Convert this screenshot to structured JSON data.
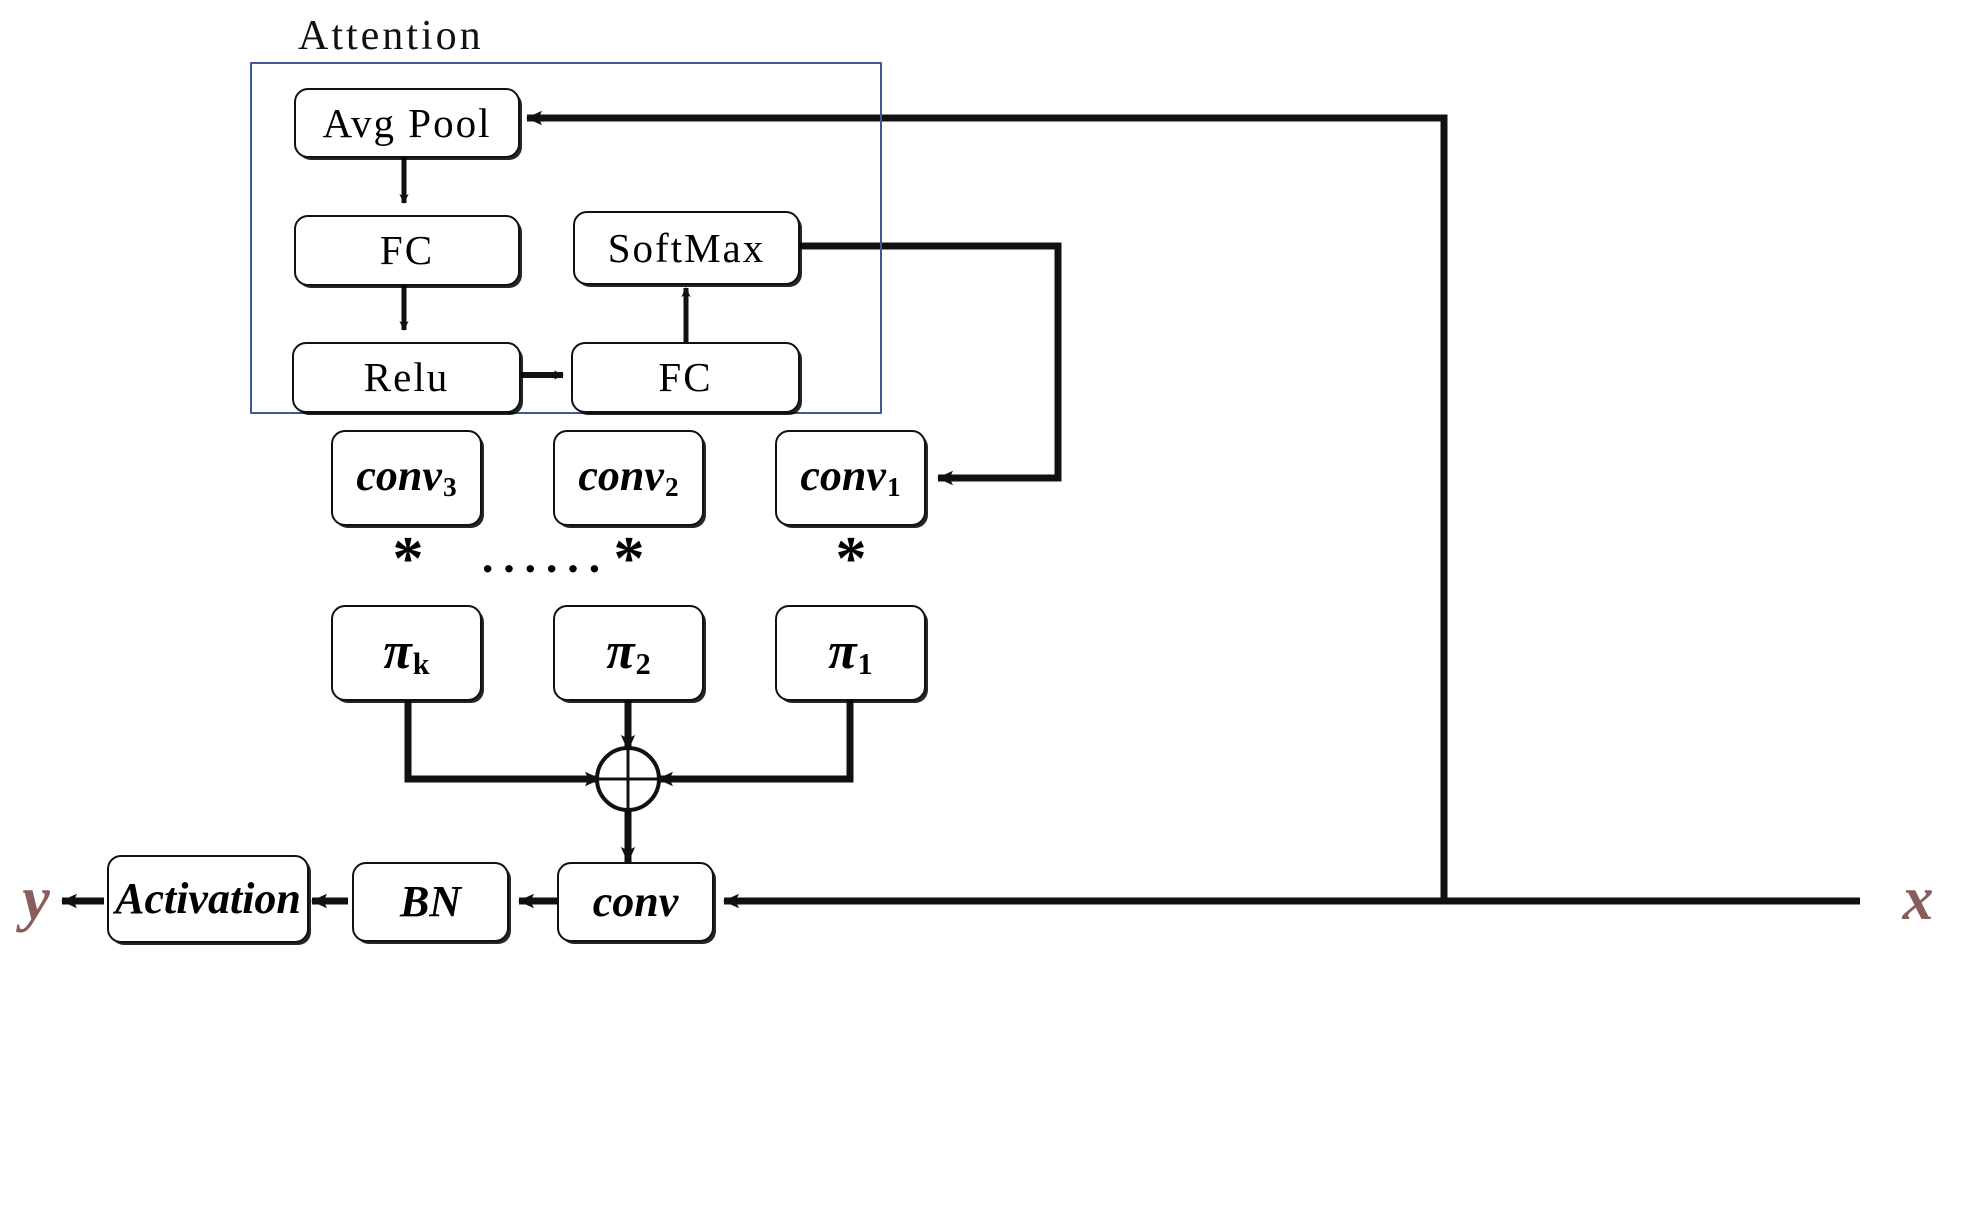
{
  "diagram": {
    "title": "Attention",
    "attention_group_label": "Attention",
    "accent_color": "#3d5a96",
    "line_color": "#111111",
    "io_color": "#8a5c5c"
  },
  "attention": {
    "avg_pool": "Avg Pool",
    "fc_left": "FC",
    "relu": "Relu",
    "fc_right": "FC",
    "softmax": "SoftMax"
  },
  "conv_branches": [
    {
      "id": "conv3",
      "base": "conv",
      "sub": "3"
    },
    {
      "id": "conv2",
      "base": "conv",
      "sub": "2"
    },
    {
      "id": "conv1",
      "base": "conv",
      "sub": "1"
    }
  ],
  "weights": [
    {
      "id": "pik",
      "base": "π",
      "sub": "k"
    },
    {
      "id": "pi2",
      "base": "π",
      "sub": "2"
    },
    {
      "id": "pi1",
      "base": "π",
      "sub": "1"
    }
  ],
  "operators": {
    "multiply_left": "*",
    "multiply_mid": "*",
    "multiply_right": "*",
    "ellipsis": "······",
    "sum_symbol": "⊕"
  },
  "pipeline": {
    "conv": "conv",
    "bn": "BN",
    "activation": "Activation"
  },
  "io": {
    "input": "x",
    "output": "y"
  }
}
